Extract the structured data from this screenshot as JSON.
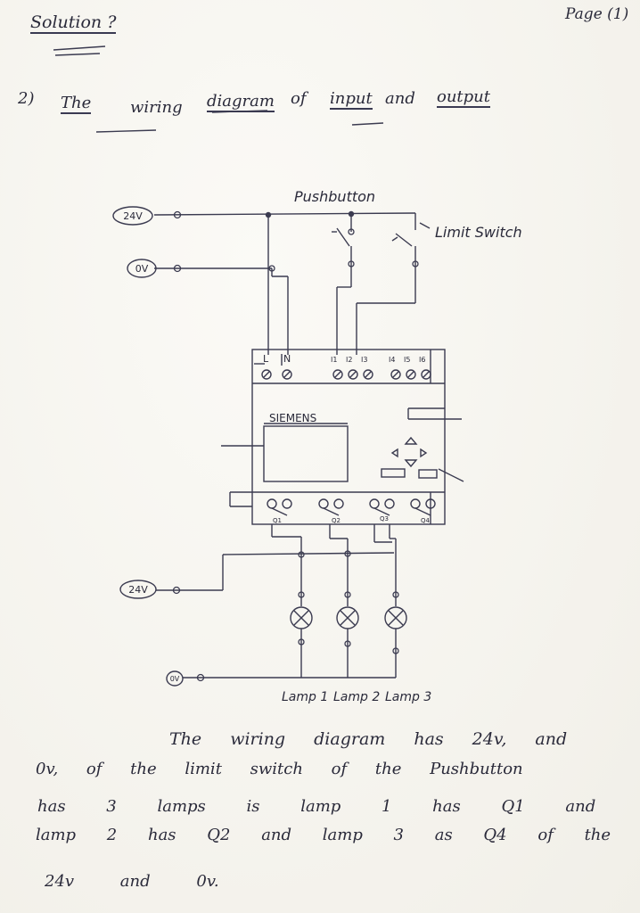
{
  "header": {
    "title": "Solution ?",
    "page": "Page (1)"
  },
  "question": {
    "number": "2)",
    "heading_words": [
      "The",
      "wiring",
      "diagram",
      "of",
      "input",
      "and",
      "output"
    ]
  },
  "diagram": {
    "pushbutton_label": "Pushbutton",
    "limit_switch_label": "Limit Switch",
    "source_top_24v": "24V",
    "source_top_0v": "0V",
    "source_bottom_24v": "24V",
    "source_bottom_0v": "0V",
    "plc": {
      "power_terminals": [
        "L",
        "N"
      ],
      "input_terminals": [
        "I1",
        "I2",
        "I3",
        "I4",
        "I5",
        "I6"
      ],
      "brand": "SIEMENS",
      "output_labels": [
        "Q1",
        "Q2",
        "Q3",
        "Q4"
      ]
    },
    "lamp_labels": [
      "Lamp 1",
      "Lamp 2",
      "Lamp 3"
    ]
  },
  "explanation": {
    "lines": [
      "The wiring diagram has 24v, and",
      "0v, of the limit switch of the Pushbutton",
      "has 3 lamps is lamp 1 has Q1 and",
      "lamp 2 has Q2 and lamp 3 as Q4 of the",
      "24v and 0v."
    ]
  }
}
